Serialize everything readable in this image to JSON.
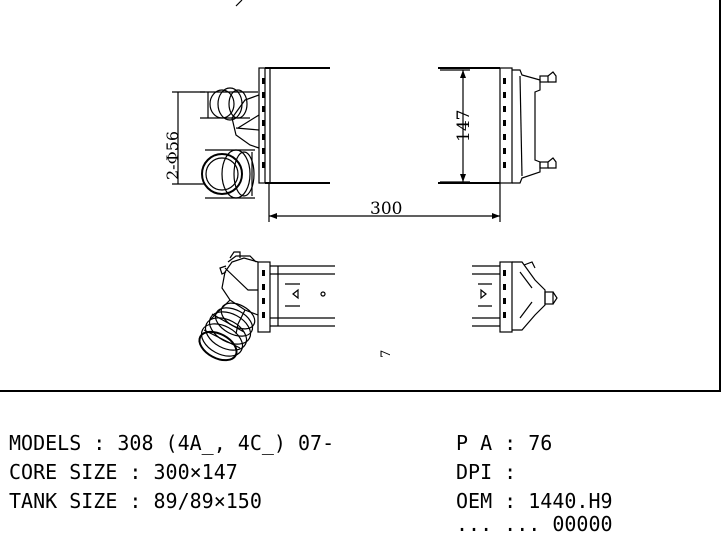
{
  "drawing": {
    "dimensions": {
      "width": "300",
      "height": "147",
      "pipe": "2-Φ56",
      "small": "7"
    }
  },
  "specs": {
    "models": "MODELS : 308 (4A_, 4C_) 07-",
    "core_size": "CORE SIZE : 300×147",
    "tank_size": "TANK SIZE : 89/89×150",
    "pa": "P A : 76",
    "dpi": "DPI :",
    "oem": "OEM : 1440.H9",
    "partial_row": "... ... 00000"
  }
}
